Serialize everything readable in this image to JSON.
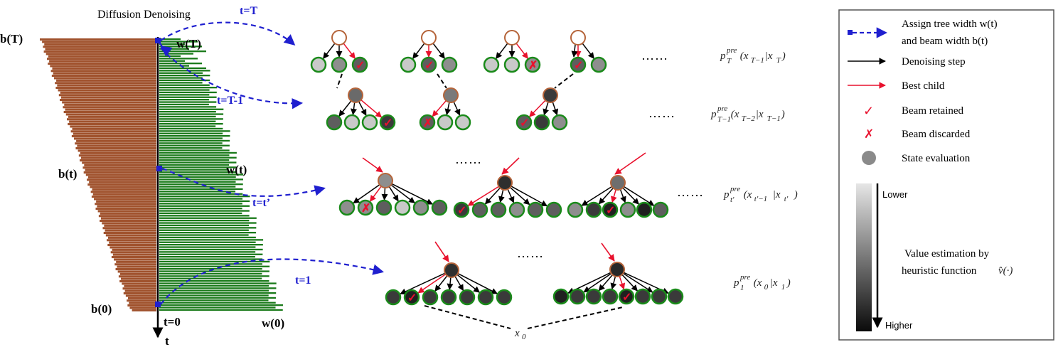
{
  "left_panel": {
    "title": "Diffusion Denoising",
    "b_T": "b(T)",
    "w_T": "w(T)",
    "b_t": "b(t)",
    "w_t": "w(t)",
    "b_0": "b(0)",
    "w_0": "w(0)",
    "t0": "t=0",
    "t_axis": "t",
    "step_T": "t=T",
    "step_T1": "t=T-1",
    "step_tp": "t=t’",
    "step_1": "t=1",
    "beam_color": "#a0522d",
    "tree_color": "#1a7a1a",
    "arrow_color": "#1f1fcf"
  },
  "trees": {
    "ellipsis": "……",
    "x0_label": "x",
    "x0_sub": "0",
    "check": "✓",
    "cross": "✗",
    "rows": [
      {
        "p": "p",
        "sub": "T",
        "sup": "pre",
        "arg": "(x",
        "arg_sub": "T−1",
        "bar": "|x",
        "bar_sub": "T",
        "close": ")"
      },
      {
        "p": "p",
        "sub": "T−1",
        "sup": "pre",
        "arg": "(x",
        "arg_sub": "T−2",
        "bar": "|x",
        "bar_sub": "T−1",
        "close": ")"
      },
      {
        "p": "p",
        "sub": "t′",
        "sup": "pre",
        "arg": "(x",
        "arg_sub": "t′−1",
        "bar": "|x",
        "bar_sub": "t′",
        "close": ")"
      },
      {
        "p": "p",
        "sub": "1",
        "sup": "pre",
        "arg": "(x",
        "arg_sub": "0",
        "bar": "|x",
        "bar_sub": "1",
        "close": ")"
      }
    ]
  },
  "legend": {
    "items": [
      {
        "icon": "blue-dashed-arrow-icon",
        "line1": "Assign tree width w(t)",
        "line2": "and beam width b(t)"
      },
      {
        "icon": "black-arrow-icon",
        "line1": "Denoising step"
      },
      {
        "icon": "red-arrow-icon",
        "line1": "Best child"
      },
      {
        "icon": "check-icon",
        "line1": "Beam retained"
      },
      {
        "icon": "cross-icon",
        "line1": "Beam discarded"
      },
      {
        "icon": "gray-circle-icon",
        "line1": "State evaluation"
      }
    ],
    "bar_lower": "Lower",
    "bar_higher": "Higher",
    "bar_caption1": "Value estimation by",
    "bar_caption2": "heuristic function",
    "bar_caption_math": "v̂(·)"
  }
}
